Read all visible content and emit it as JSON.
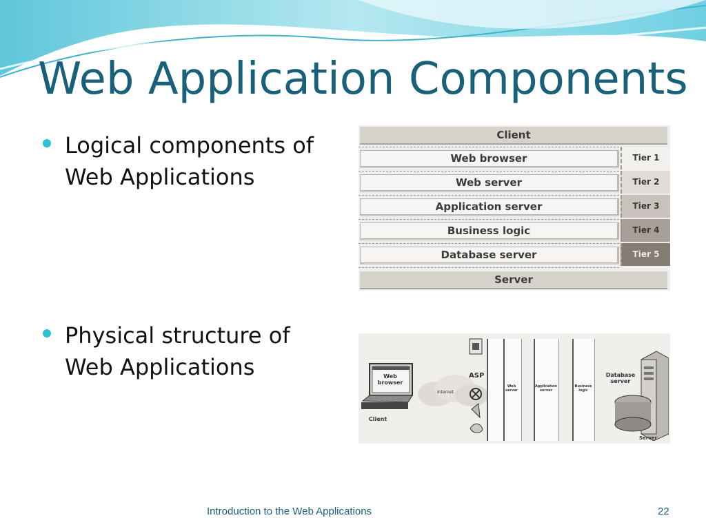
{
  "slide": {
    "title": "Web Application Components",
    "bullets": [
      {
        "text_line1": "Logical components of",
        "text_line2": "Web Applications"
      },
      {
        "text_line1": "Physical structure of",
        "text_line2": "Web Applications"
      }
    ],
    "footer": "Introduction to the Web Applications",
    "page_number": "22"
  },
  "tier_diagram": {
    "top_band": "Client",
    "bottom_band": "Server",
    "rows": [
      {
        "label": "Web browser",
        "tier": "Tier 1"
      },
      {
        "label": "Web server",
        "tier": "Tier 2"
      },
      {
        "label": "Application server",
        "tier": "Tier 3"
      },
      {
        "label": "Business logic",
        "tier": "Tier 4"
      },
      {
        "label": "Database server",
        "tier": "Tier 5"
      }
    ]
  },
  "physical_diagram": {
    "web_browser": "Web browser",
    "internet": "Internet",
    "client": "Client",
    "web_server": "Web server",
    "application_server": "Application server",
    "business_logic": "Business logic",
    "database_server": "Database server",
    "server": "Server"
  },
  "colors": {
    "title": "#19607a",
    "bullet": "#2ec1d6",
    "accent_wave": "#8fd9e6"
  }
}
